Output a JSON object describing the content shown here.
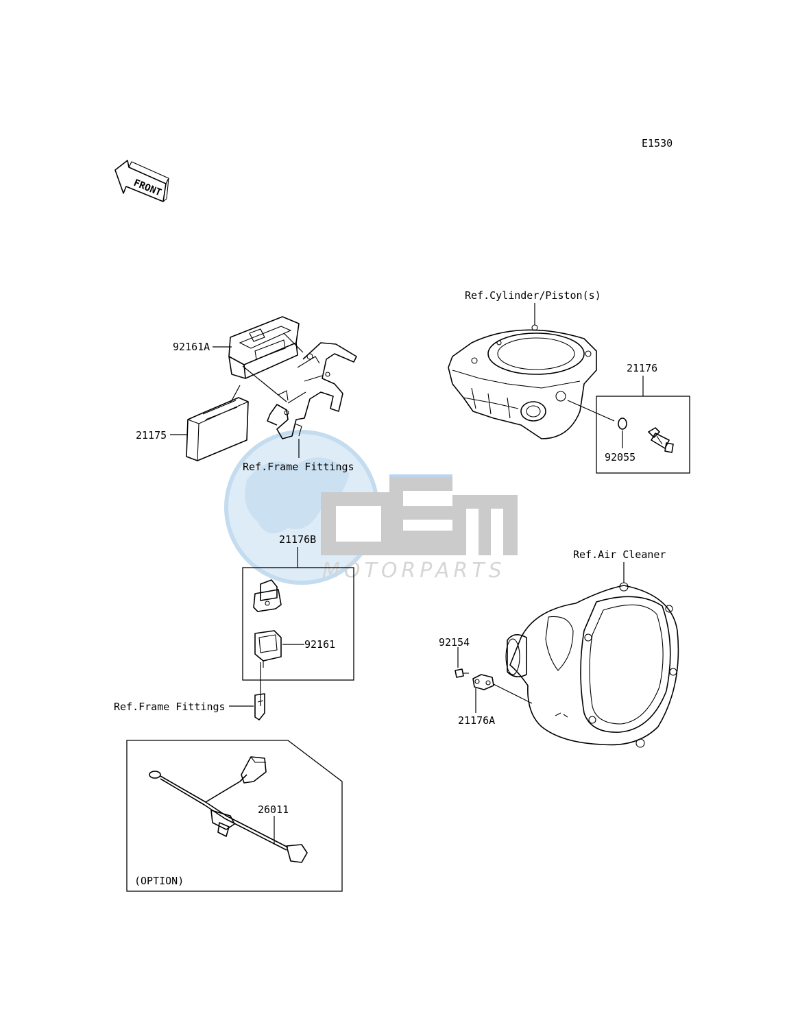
{
  "diagram_code": "E1530",
  "front_arrow_label": "FRONT",
  "watermark": {
    "brand": "OEM",
    "tagline": "MOTORPARTS",
    "colors": {
      "globe": "#cfe3f3",
      "letters": "#bdbdbd",
      "accent": "#9dc6e8"
    }
  },
  "references": {
    "cylinder": "Ref.Cylinder/Piston(s)",
    "frame_top": "Ref.Frame Fittings",
    "frame_bottom": "Ref.Frame Fittings",
    "air_cleaner": "Ref.Air Cleaner"
  },
  "parts": {
    "p92161A": "92161A",
    "p21175": "21175",
    "p21176": "21176",
    "p92055": "92055",
    "p21176B": "21176B",
    "p92161": "92161",
    "p92154": "92154",
    "p21176A": "21176A",
    "p26011": "26011"
  },
  "option_label": "(OPTION)"
}
